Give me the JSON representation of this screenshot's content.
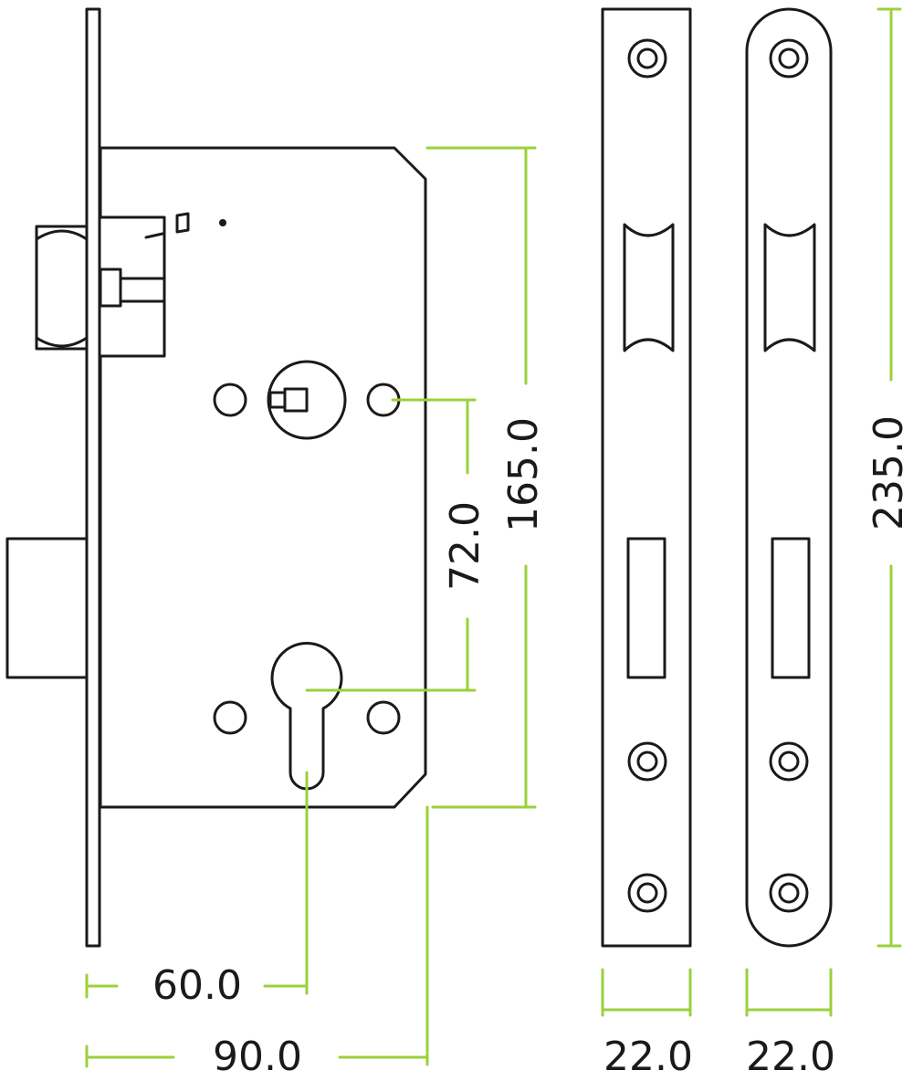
{
  "colors": {
    "outline": "#1a1a1a",
    "dimension": "#9bd03b",
    "background": "#ffffff"
  },
  "dimensions": {
    "backset": "60.0",
    "case_depth": "90.0",
    "centres": "72.0",
    "case_height": "165.0",
    "faceplate_height": "235.0",
    "square_faceplate_width": "22.0",
    "radius_faceplate_width": "22.0"
  }
}
